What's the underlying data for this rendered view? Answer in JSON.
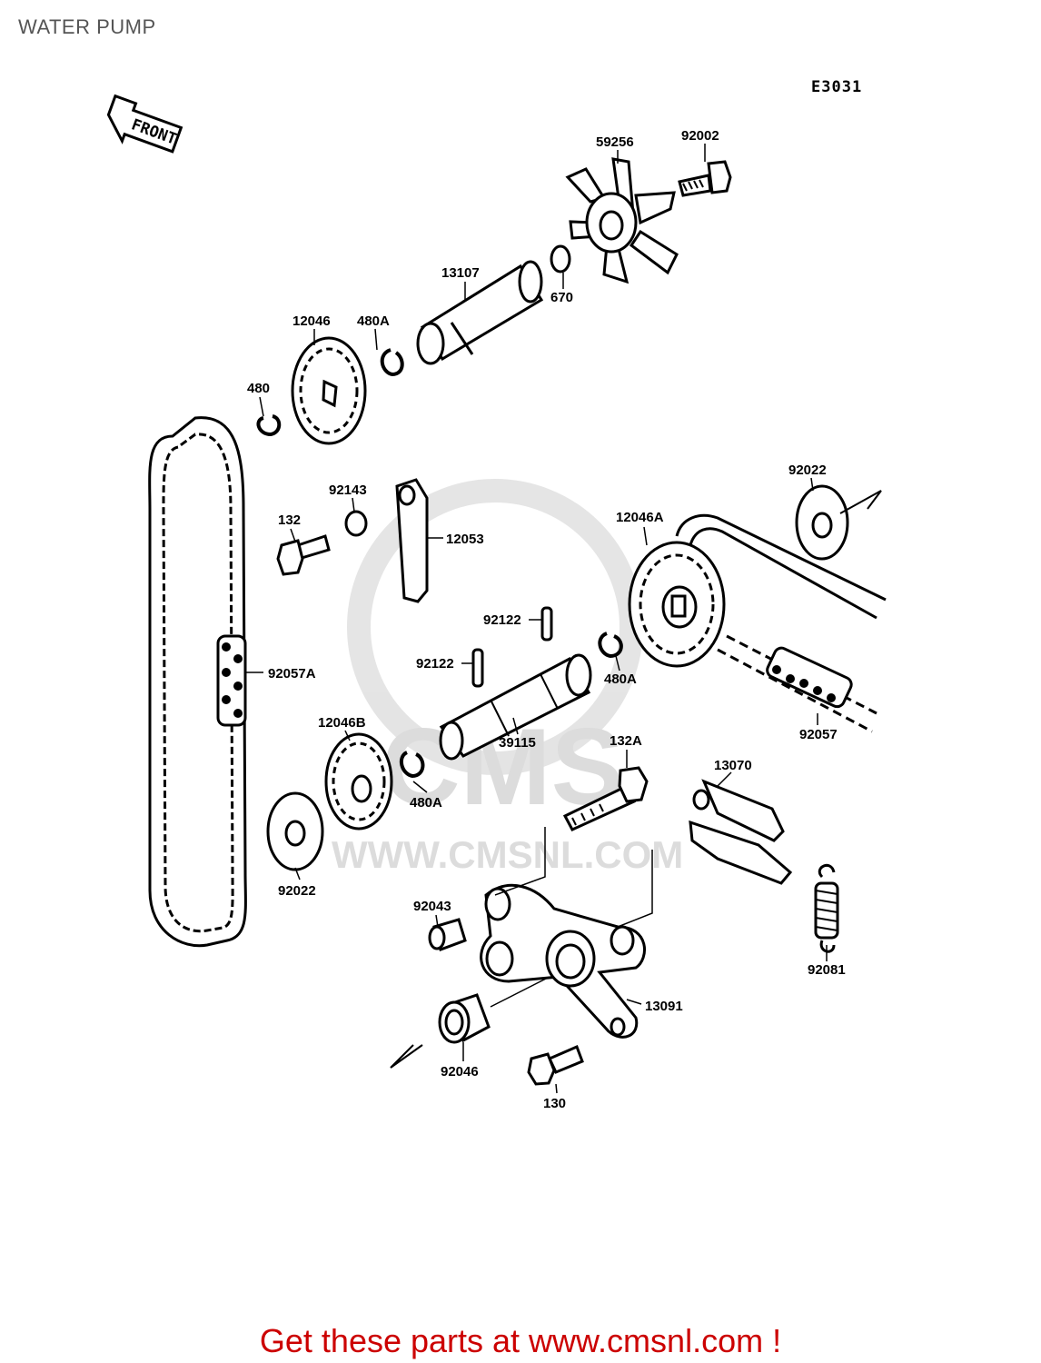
{
  "page": {
    "title": "WATER PUMP"
  },
  "diagram": {
    "code": "E3031",
    "front_label": "FRONT",
    "watermark": {
      "brand": "CMS",
      "url": "WWW.CMSNL.COM"
    },
    "parts": [
      {
        "id": "59256"
      },
      {
        "id": "92002"
      },
      {
        "id": "13107"
      },
      {
        "id": "670"
      },
      {
        "id": "12046"
      },
      {
        "id": "480A"
      },
      {
        "id": "480"
      },
      {
        "id": "92022"
      },
      {
        "id": "92143"
      },
      {
        "id": "12053"
      },
      {
        "id": "132"
      },
      {
        "id": "12046A"
      },
      {
        "id": "92122"
      },
      {
        "id": "92122"
      },
      {
        "id": "480A"
      },
      {
        "id": "92057A"
      },
      {
        "id": "39115"
      },
      {
        "id": "92057"
      },
      {
        "id": "12046B"
      },
      {
        "id": "480A"
      },
      {
        "id": "132A"
      },
      {
        "id": "13070"
      },
      {
        "id": "92022"
      },
      {
        "id": "92043"
      },
      {
        "id": "92081"
      },
      {
        "id": "13091"
      },
      {
        "id": "92046"
      },
      {
        "id": "130"
      }
    ]
  },
  "footer": {
    "cta": "Get these parts at www.cmsnl.com !"
  },
  "colors": {
    "footer_text": "#cc0000",
    "title_text": "#555555",
    "line": "#000000",
    "watermark": "#d9d9d9"
  }
}
